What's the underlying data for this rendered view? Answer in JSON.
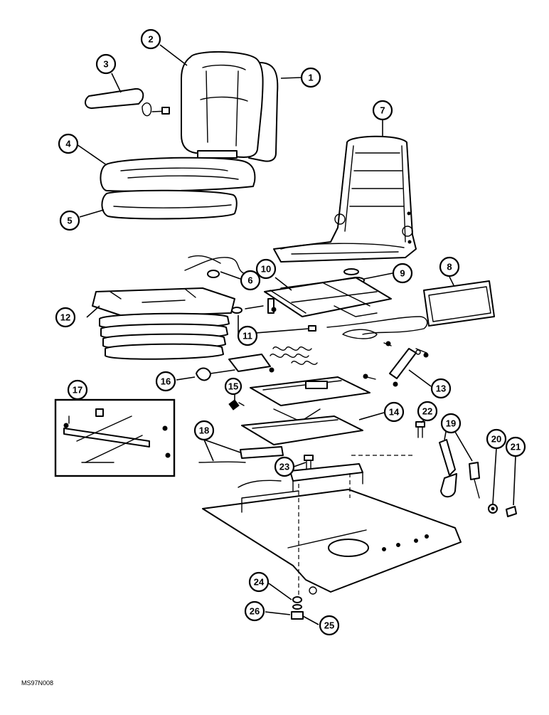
{
  "drawing": {
    "code": "MS97N008",
    "callouts": [
      {
        "id": "c1",
        "label": "1"
      },
      {
        "id": "c2",
        "label": "2"
      },
      {
        "id": "c3",
        "label": "3"
      },
      {
        "id": "c4",
        "label": "4"
      },
      {
        "id": "c5",
        "label": "5"
      },
      {
        "id": "c6",
        "label": "6"
      },
      {
        "id": "c7",
        "label": "7"
      },
      {
        "id": "c8",
        "label": "8"
      },
      {
        "id": "c9",
        "label": "9"
      },
      {
        "id": "c10",
        "label": "10"
      },
      {
        "id": "c11",
        "label": "11"
      },
      {
        "id": "c12",
        "label": "12"
      },
      {
        "id": "c13",
        "label": "13"
      },
      {
        "id": "c14",
        "label": "14"
      },
      {
        "id": "c15",
        "label": "15"
      },
      {
        "id": "c16",
        "label": "16"
      },
      {
        "id": "c17",
        "label": "17"
      },
      {
        "id": "c18",
        "label": "18"
      },
      {
        "id": "c19",
        "label": "19"
      },
      {
        "id": "c20",
        "label": "20"
      },
      {
        "id": "c21",
        "label": "21"
      },
      {
        "id": "c22",
        "label": "22"
      },
      {
        "id": "c23",
        "label": "23"
      },
      {
        "id": "c24",
        "label": "24"
      },
      {
        "id": "c25",
        "label": "25"
      },
      {
        "id": "c26",
        "label": "26"
      }
    ]
  }
}
